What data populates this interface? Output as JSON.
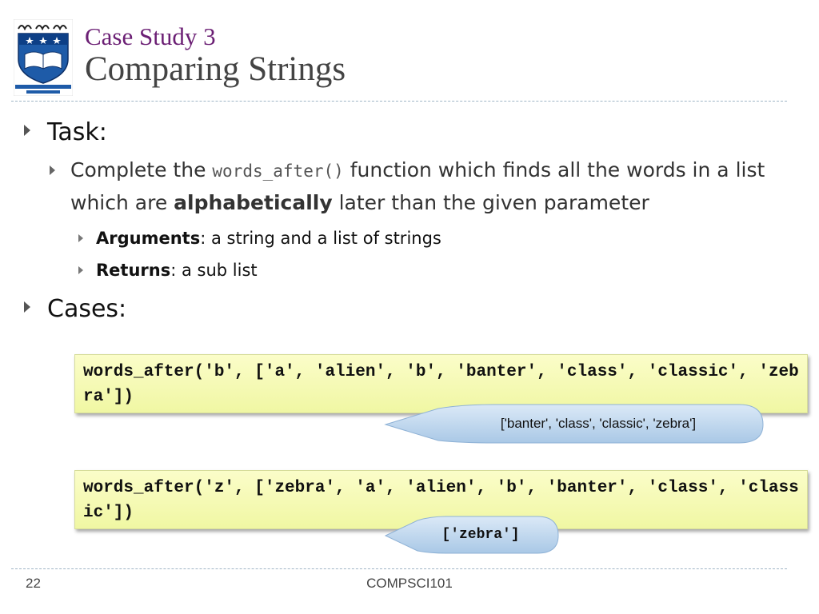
{
  "header": {
    "subtitle": "Case Study 3",
    "title": "Comparing Strings"
  },
  "bullets": {
    "task": "Task:",
    "complete_prefix": "Complete the ",
    "function_name": "words_after()",
    "complete_mid": " function which finds all the words in a list which are ",
    "complete_bold": "alphabetically",
    "complete_suffix": " later than the given parameter",
    "arguments_label": "Arguments",
    "arguments_text": ": a string and a list of strings",
    "returns_label": "Returns",
    "returns_text": ": a sub list",
    "cases": "Cases:"
  },
  "cases": [
    {
      "code": "words_after('b', ['a', 'alien', 'b', 'banter', 'class', 'classic', 'zebra'])",
      "result": "['banter', 'class', 'classic', 'zebra']"
    },
    {
      "code": "words_after('z', ['zebra', 'a', 'alien', 'b', 'banter', 'class', 'classic'])",
      "result": "['zebra']"
    }
  ],
  "footer": {
    "page_number": "22",
    "course": "COMPSCI101"
  },
  "colors": {
    "subtitle": "#6b1f74",
    "title": "#444444",
    "code_background": "#f4f9b3",
    "callout_fill": "#c5dcf0"
  },
  "icons": {
    "logo": "university-of-auckland-crest",
    "bullet": "triangle-bullet-icon"
  }
}
